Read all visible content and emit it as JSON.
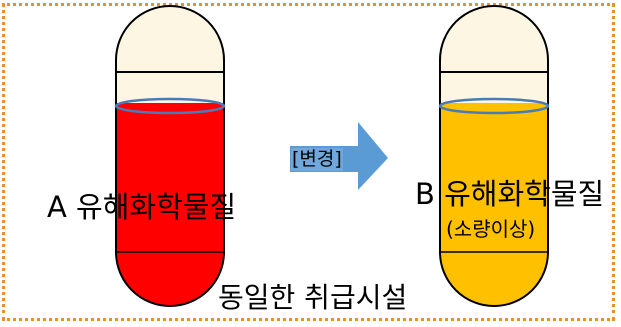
{
  "vessel_a": {
    "label": "A 유해화학물질",
    "fill_color": "#ff0000",
    "cap_color": "#fdf6e3"
  },
  "vessel_b": {
    "label": "B 유해화학물질",
    "sublabel": "(소량이상)",
    "fill_color": "#ffc000",
    "cap_color": "#fdf6e3"
  },
  "change_arrow": {
    "label": "[변경]",
    "color": "#5b9bd5"
  },
  "facility_label": "동일한 취급시설",
  "frame_color": "#e8902c"
}
